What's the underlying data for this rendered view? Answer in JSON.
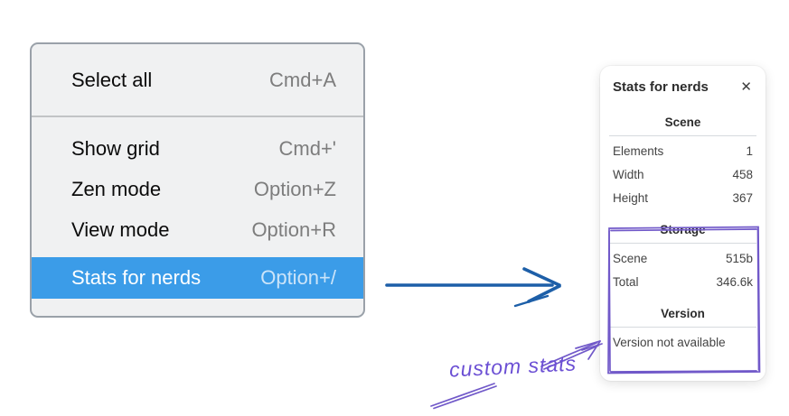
{
  "context_menu": {
    "items": [
      {
        "label": "Select all",
        "shortcut": "Cmd+A",
        "selected": false
      },
      {
        "label": "Show grid",
        "shortcut": "Cmd+'",
        "selected": false
      },
      {
        "label": "Zen mode",
        "shortcut": "Option+Z",
        "selected": false
      },
      {
        "label": "View mode",
        "shortcut": "Option+R",
        "selected": false
      },
      {
        "label": "Stats for nerds",
        "shortcut": "Option+/",
        "selected": true
      }
    ]
  },
  "stats_panel": {
    "title": "Stats for nerds",
    "close_icon": "✕",
    "sections": [
      {
        "heading": "Scene",
        "rows": [
          {
            "label": "Elements",
            "value": "1"
          },
          {
            "label": "Width",
            "value": "458"
          },
          {
            "label": "Height",
            "value": "367"
          }
        ]
      },
      {
        "heading": "Storage",
        "rows": [
          {
            "label": "Scene",
            "value": "515b"
          },
          {
            "label": "Total",
            "value": "346.6k"
          }
        ]
      },
      {
        "heading": "Version",
        "note": "Version not available"
      }
    ]
  },
  "annotation": {
    "label": "custom stats"
  },
  "colors": {
    "menu_background": "#f0f1f2",
    "menu_border": "#9aa1a9",
    "menu_highlight": "#3b9ce8",
    "menu_shortcut": "#7d7d7d",
    "blue_arrow": "#1d5fa8",
    "annotation_purple": "#6b4fd4",
    "sketch_box_purple": "#7159c9",
    "panel_divider": "#d6dade"
  }
}
